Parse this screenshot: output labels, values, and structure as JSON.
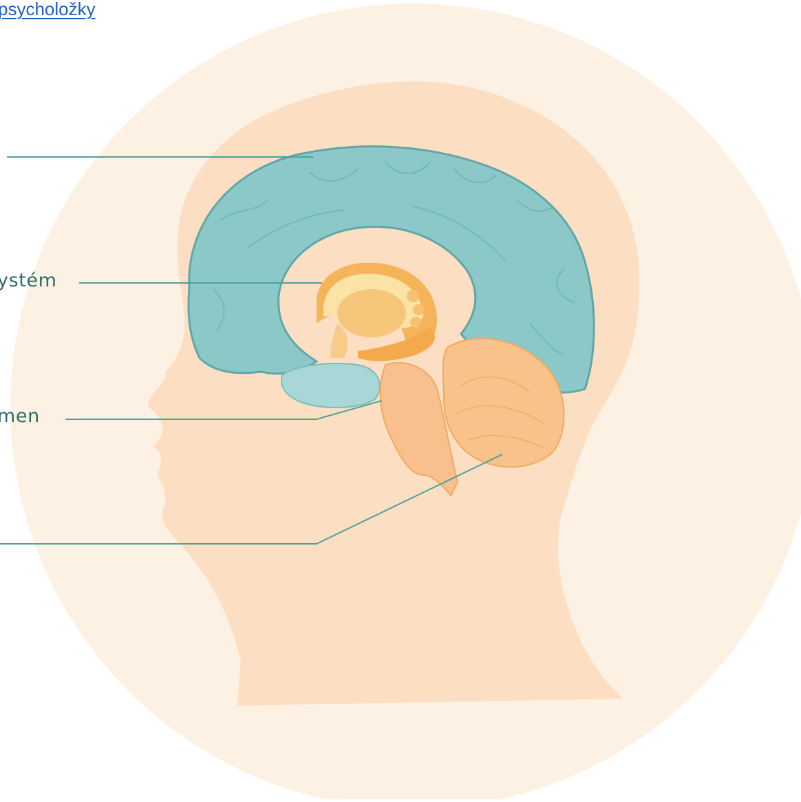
{
  "link": {
    "text": "psycholožky"
  },
  "labels": {
    "cortex": "",
    "limbic_system": "ystém",
    "brain_stem": "men",
    "cerebellum": ""
  },
  "colors": {
    "background_circle": "#fdf1e4",
    "head_silhouette": "#fbdcbd",
    "cortex": "#8cc8c8",
    "cortex_outline": "#5fa7a8",
    "limbic": "#f6b45a",
    "limbic_light": "#fbe3a6",
    "brain_stem": "#f7c08c",
    "cerebellum": "#f8c28a",
    "leader_line": "#4aa39d",
    "label_text": "#2f6b67",
    "link": "#1f5fbf"
  }
}
